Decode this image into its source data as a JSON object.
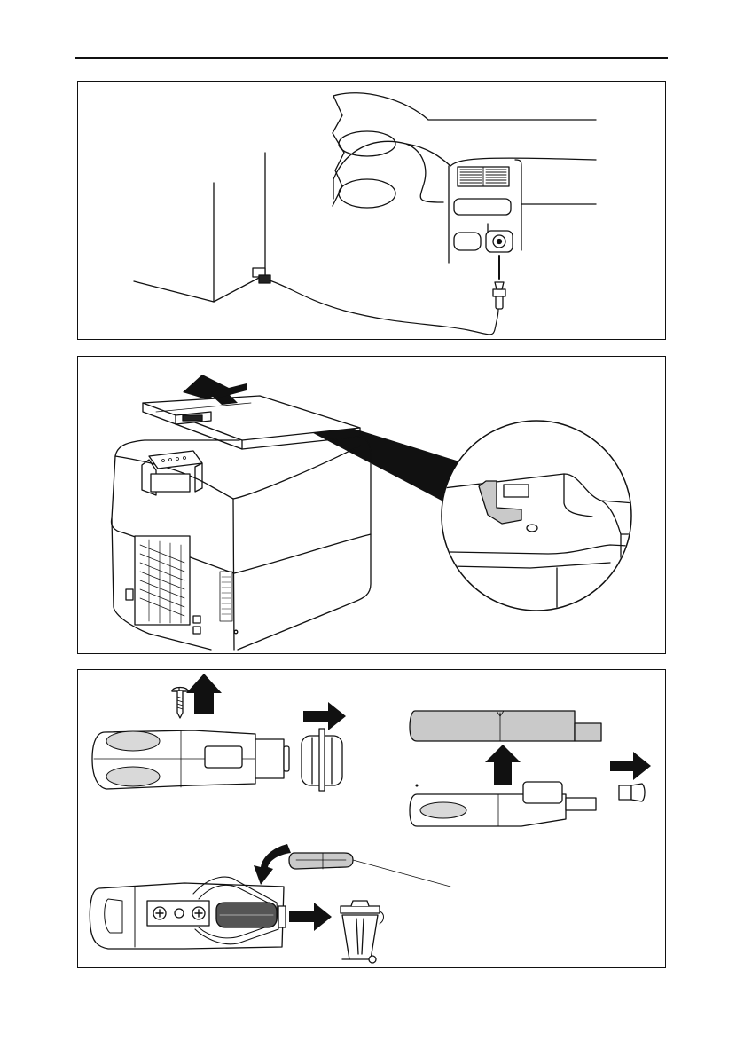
{
  "page": {
    "header_rule": true,
    "background": "#ffffff",
    "line_color": "#111111"
  },
  "figures": [
    {
      "id": "fig-1",
      "depicts": [
        "cooler-side",
        "12v-plug",
        "cable",
        "car-dashboard",
        "cigarette-lighter-socket"
      ]
    },
    {
      "id": "fig-2",
      "depicts": [
        "cooler-box",
        "lid-lift-arrow",
        "magnifier-inset",
        "lid-latch"
      ]
    },
    {
      "id": "fig-3",
      "depicts": [
        "plug-with-screw",
        "remove-screw-arrow",
        "end-cap",
        "plug-halves-separated",
        "fuse",
        "waste-bin-icon"
      ]
    }
  ]
}
